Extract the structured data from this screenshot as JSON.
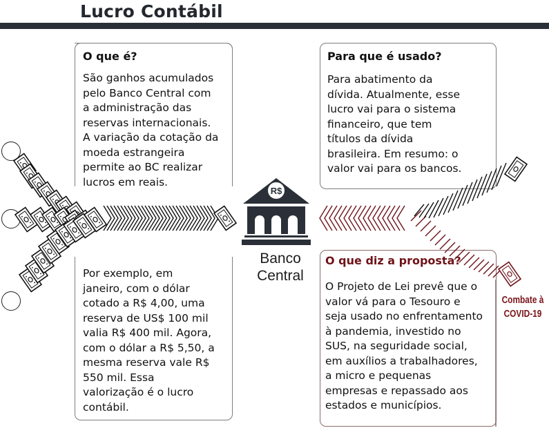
{
  "header": {
    "title": "Lucro Contábil"
  },
  "boxes": {
    "what_is": {
      "heading": "O que é?",
      "lines": [
        "São ganhos acumulados",
        "pelo Banco Central com",
        "a administração das",
        "reservas internacionais.",
        "A variação da cotação da",
        "moeda estrangeira",
        "permite ao BC realizar",
        "lucros em reais."
      ]
    },
    "example": {
      "lines": [
        "Por exemplo, em",
        "janeiro, com o dólar",
        "cotado a R$ 4,00, uma",
        "reserva de US$ 100 mil",
        "valia R$ 400 mil. Agora,",
        "com o dólar a R$ 5,50, a",
        "mesma reserva vale R$",
        "550 mil. Essa",
        "valorização é o lucro",
        "contábil."
      ]
    },
    "used_for": {
      "heading": "Para que é usado?",
      "lines": [
        "Para abatimento da",
        "dívida. Atualmente, esse",
        "lucro vai para o sistema",
        "financeiro, que tem",
        "títulos da dívida",
        "brasileira. Em resumo: o",
        "valor vai para os bancos."
      ]
    },
    "proposal": {
      "heading": "O que diz a proposta?",
      "lines": [
        "O Projeto de Lei prevê que o",
        "valor vá para o Tesouro e",
        "seja usado no enfrentamento",
        "à pandemia, investido no",
        "SUS, na seguridade social,",
        "em auxílios a trabalhadores,",
        "a micro e pequenas",
        "empresas e repassado aos",
        "estados e municípios."
      ]
    }
  },
  "center": {
    "icon": "bank-building-icon",
    "icon_text": "R$",
    "label_line1": "Banco",
    "label_line2": "Central"
  },
  "destination": {
    "line1": "Combate à",
    "line2": "COVID-19"
  },
  "colors": {
    "dark": "#2b3038",
    "accent_red": "#7a1419",
    "border_gray": "#7d7d7d"
  }
}
